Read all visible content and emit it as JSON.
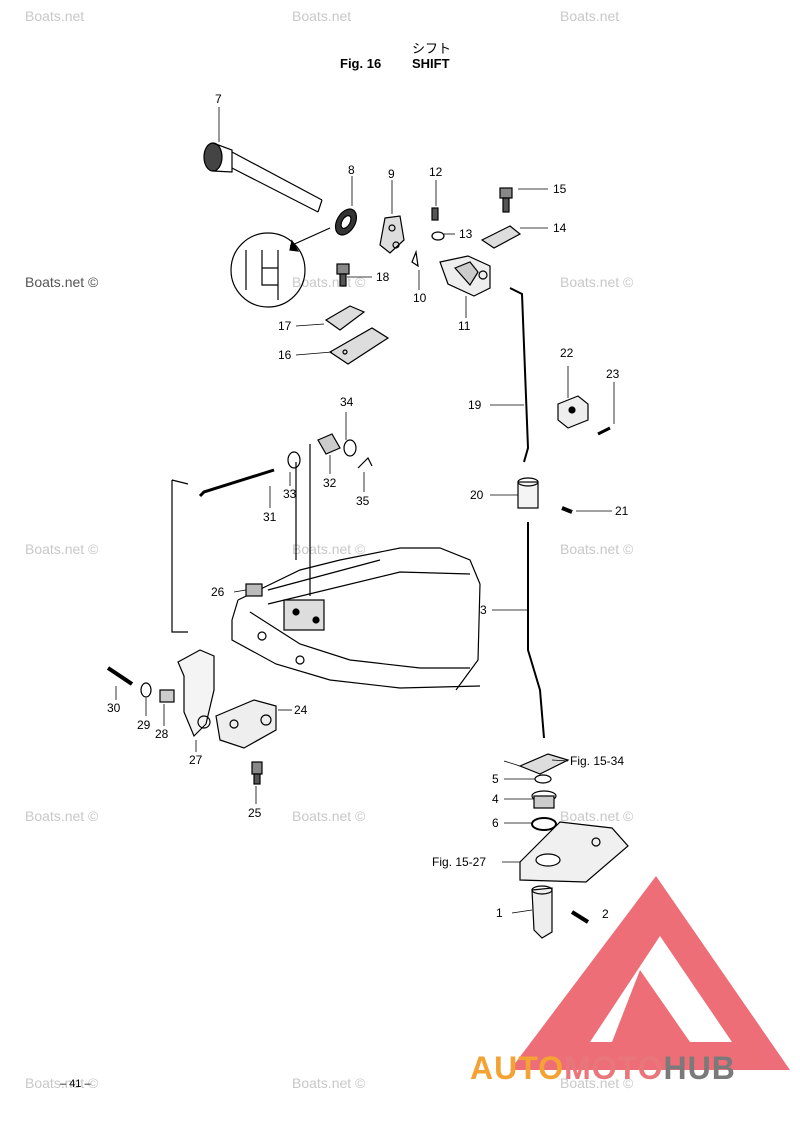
{
  "title": {
    "jp": "シフト",
    "fig": "Fig. 16",
    "name": "SHIFT"
  },
  "watermark": "Boats.net",
  "watermark_copy": "Boats.net ©",
  "page_number": "– 41 –",
  "brand": {
    "part1": "AUTO",
    "part2": "MOTO",
    "part3": "HUB",
    "colors": [
      "#f4a233",
      "#e8767a",
      "#7a7a7a"
    ]
  },
  "labels": {
    "p1": "1",
    "p2": "2",
    "p3": "3",
    "p4": "4",
    "p5": "5",
    "p6": "6",
    "p7": "7",
    "p8": "8",
    "p9": "9",
    "p10": "10",
    "p11": "11",
    "p12": "12",
    "p13": "13",
    "p14": "14",
    "p15": "15",
    "p16": "16",
    "p17": "17",
    "p18": "18",
    "p19": "19",
    "p20": "20",
    "p21": "21",
    "p22": "22",
    "p23": "23",
    "p24": "24",
    "p25": "25",
    "p26": "26",
    "p27": "27",
    "p28": "28",
    "p29": "29",
    "p30": "30",
    "p31": "31",
    "p32": "32",
    "p33": "33",
    "p34": "34",
    "p35": "35",
    "ref1534": "Fig. 15-34",
    "ref1527": "Fig. 15-27"
  }
}
